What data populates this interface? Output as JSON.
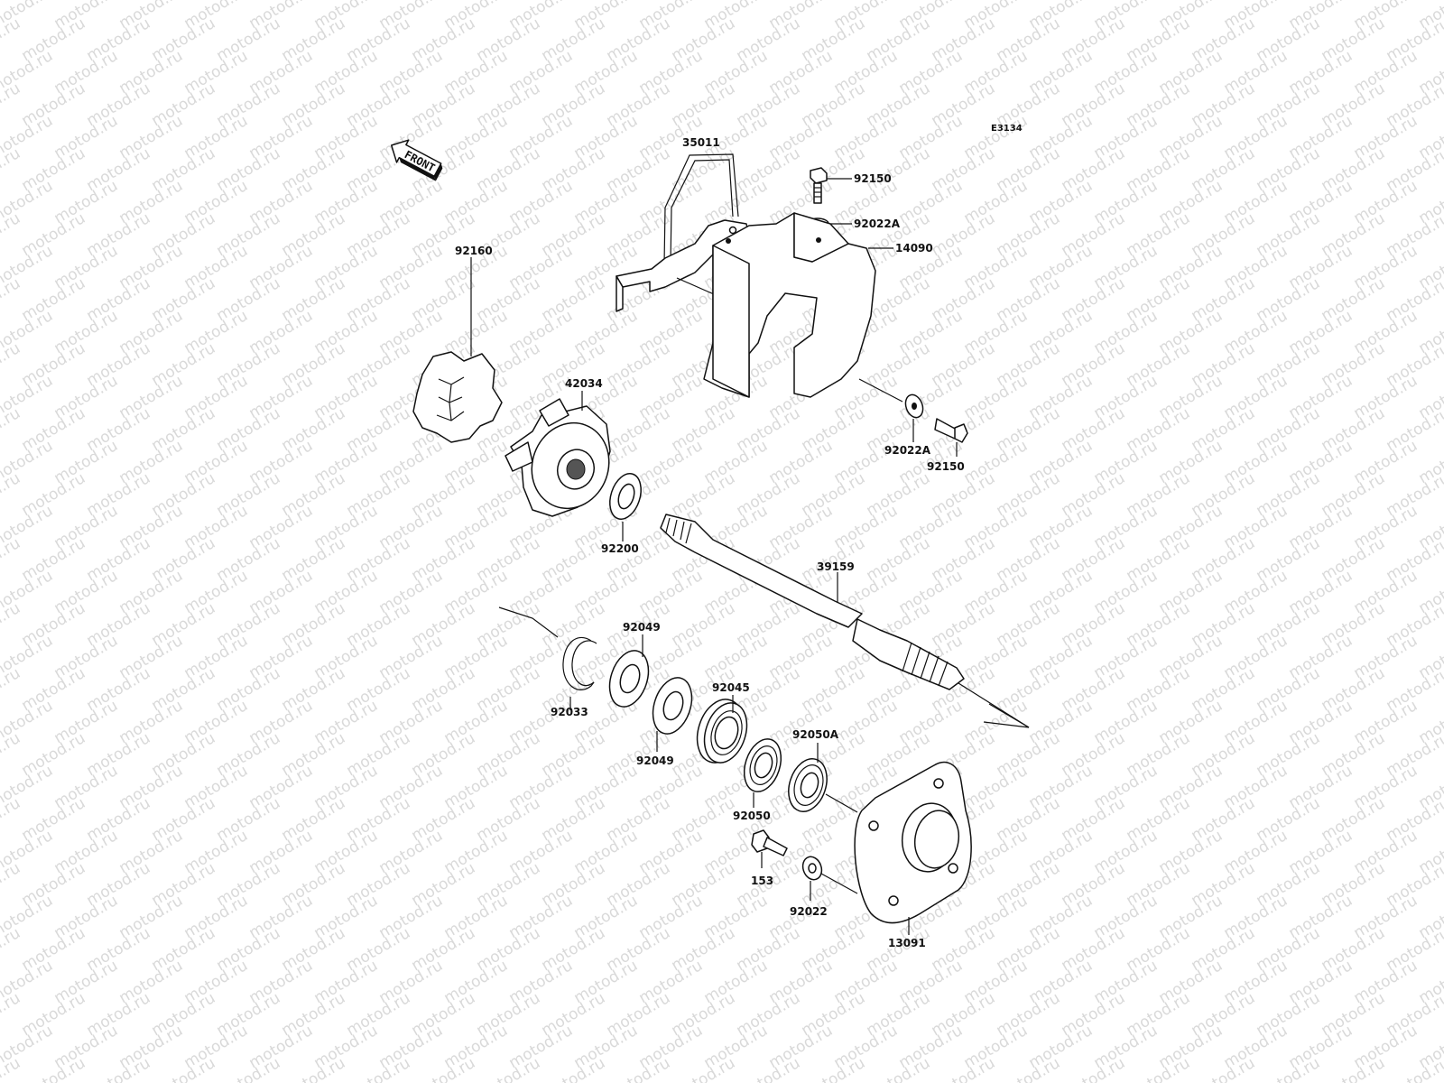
{
  "watermark": {
    "text": "motod.ru",
    "color": "#d9d9d9"
  },
  "reference_code": "E3134",
  "front_arrow": {
    "text": "FRONT"
  },
  "parts": [
    {
      "id": "35011",
      "name": "bracket"
    },
    {
      "id": "92150",
      "name": "bolt-top"
    },
    {
      "id": "92022A",
      "name": "washer-top"
    },
    {
      "id": "14090",
      "name": "cover"
    },
    {
      "id": "92160",
      "name": "damper"
    },
    {
      "id": "42034",
      "name": "coupling"
    },
    {
      "id": "92022A",
      "name": "washer-side"
    },
    {
      "id": "92150",
      "name": "bolt-side"
    },
    {
      "id": "92200",
      "name": "washer-coupling"
    },
    {
      "id": "39159",
      "name": "drive-shaft"
    },
    {
      "id": "92049",
      "name": "spacer-1"
    },
    {
      "id": "92033",
      "name": "circlip"
    },
    {
      "id": "92045",
      "name": "bearing"
    },
    {
      "id": "92049",
      "name": "spacer-2"
    },
    {
      "id": "92050A",
      "name": "oil-seal-a"
    },
    {
      "id": "92050",
      "name": "oil-seal"
    },
    {
      "id": "153",
      "name": "bolt-holder"
    },
    {
      "id": "92022",
      "name": "washer-holder"
    },
    {
      "id": "13091",
      "name": "bearing-holder"
    }
  ]
}
